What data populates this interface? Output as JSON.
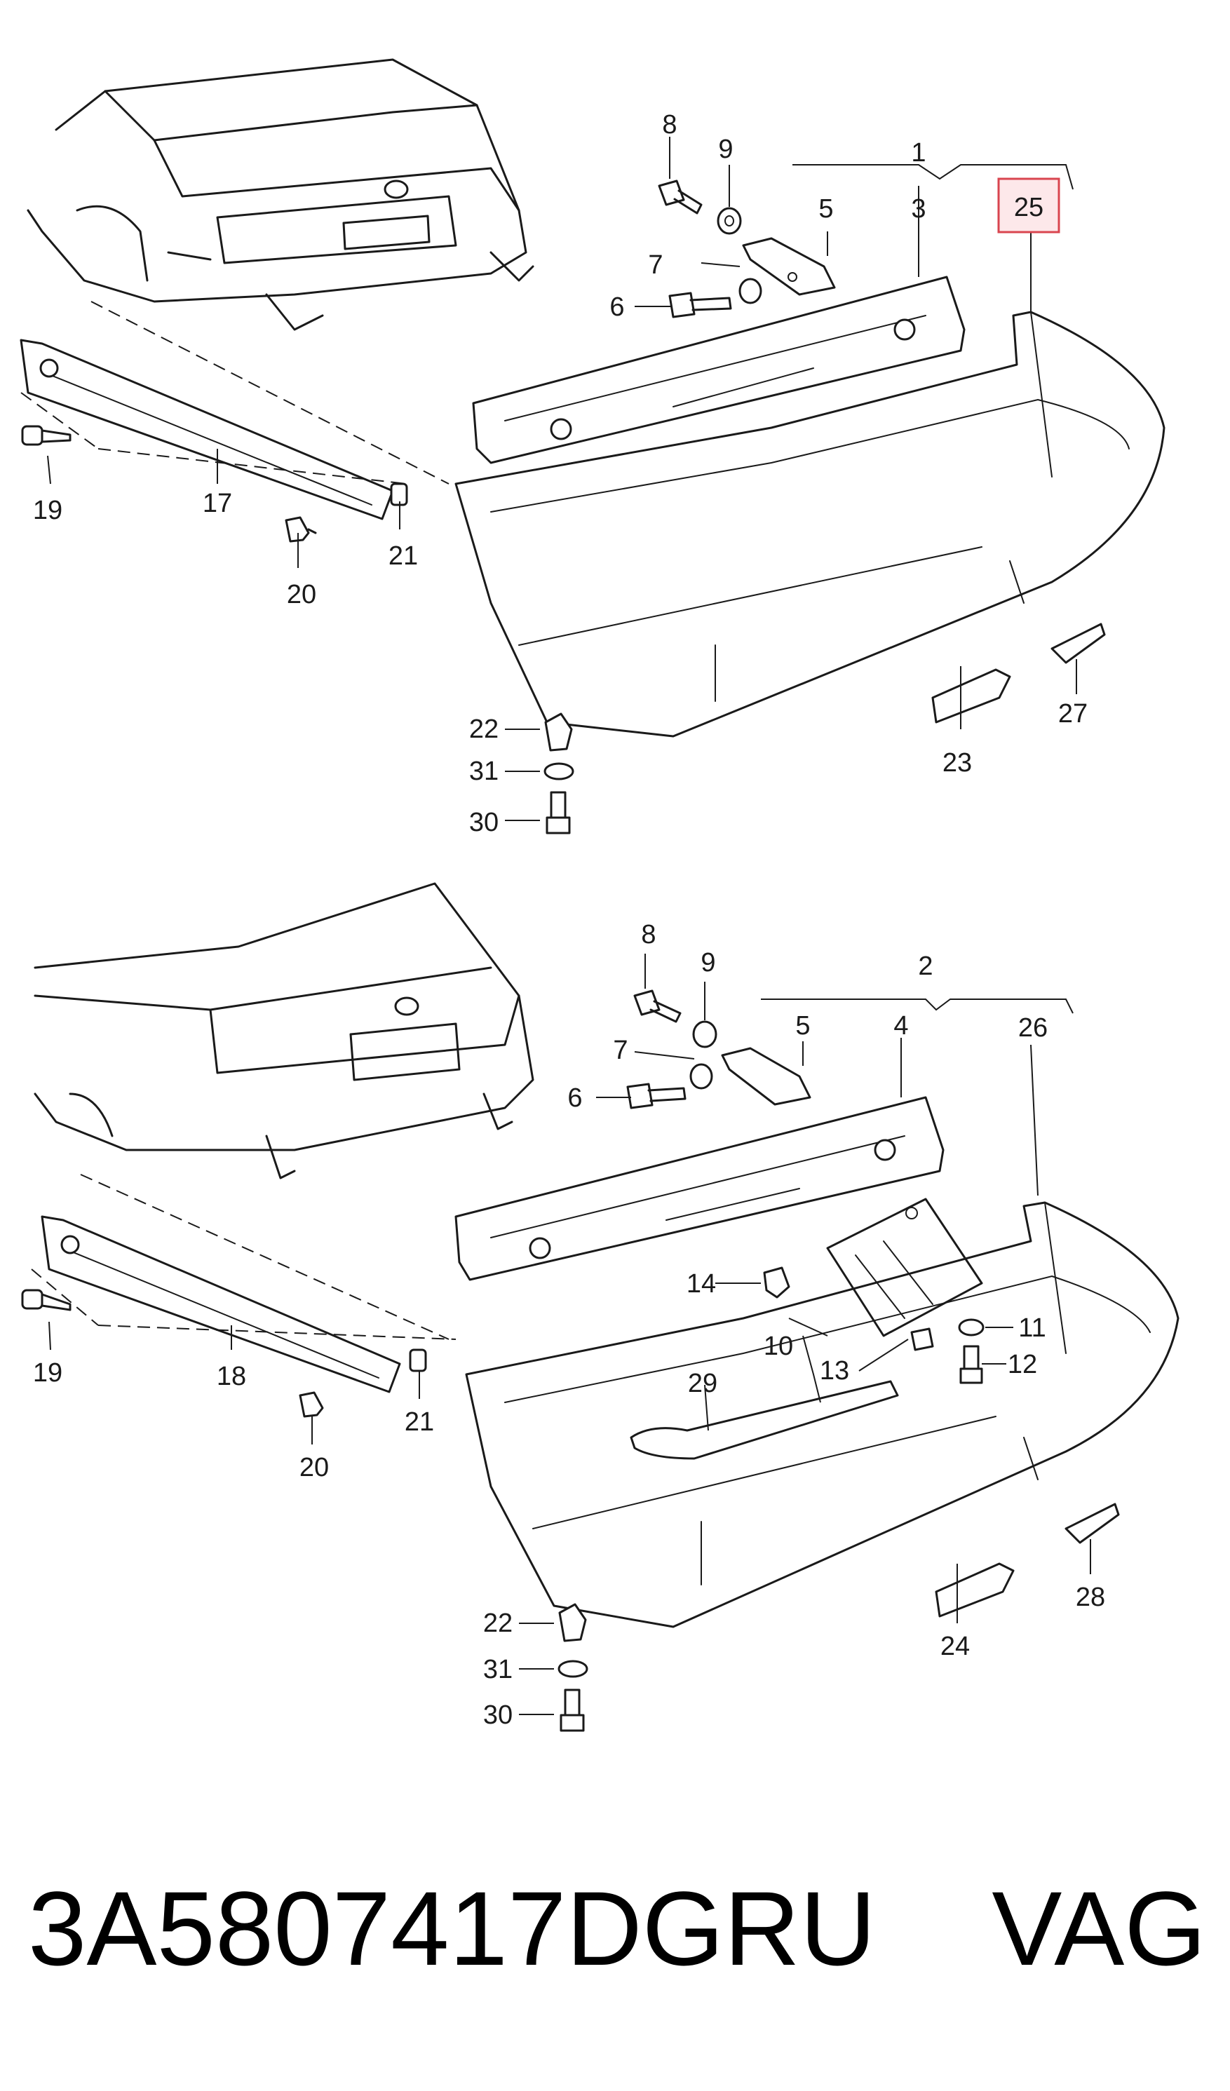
{
  "diagram": {
    "upper_assembly": {
      "callouts": [
        "1",
        "3",
        "5",
        "6",
        "7",
        "8",
        "9",
        "17",
        "19",
        "20",
        "21",
        "22",
        "23",
        "25",
        "27",
        "30",
        "31"
      ],
      "highlighted_callout": "25"
    },
    "lower_assembly": {
      "callouts": [
        "2",
        "4",
        "5",
        "6",
        "7",
        "8",
        "9",
        "10",
        "11",
        "12",
        "13",
        "14",
        "18",
        "19",
        "20",
        "21",
        "22",
        "24",
        "26",
        "28",
        "29",
        "30",
        "31"
      ]
    },
    "highlight_color": "#d9454f"
  },
  "footer": {
    "part_number": "3A5807417DGRU",
    "brand": "VAG"
  }
}
